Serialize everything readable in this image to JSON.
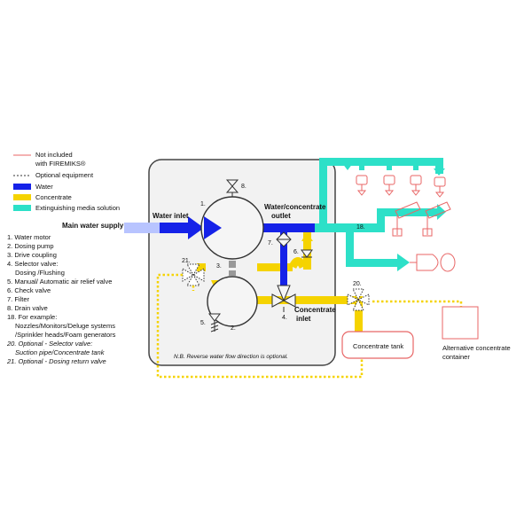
{
  "colors": {
    "water": "#1522e8",
    "concentrate": "#f5d300",
    "solution": "#2de0c8",
    "not_included": "#e86666",
    "light_blue": "#b8c4ff",
    "outline": "#333333"
  },
  "legend": {
    "not_included": "Not included",
    "with_firemiks": "with FIREMIKS®",
    "optional_equipment": "Optional equipment",
    "water": "Water",
    "concentrate": "Concentrate",
    "solution": "Extinguishing media solution"
  },
  "numbered_list": {
    "item_1": "1. Water motor",
    "item_2": "2. Dosing pump",
    "item_3": "3. Drive coupling",
    "item_4a": "4. Selector valve:",
    "item_4b": "Dosing /Flushing",
    "item_5": "5. Manual/ Automatic air relief valve",
    "item_6": "6. Check valve",
    "item_7": "7. Filter",
    "item_8": "8. Drain valve",
    "item_18a": "18. For example:",
    "item_18b": "Nozzles/Monitors/Deluge systems",
    "item_18c": "/Sprinkler heads/Foam generators",
    "item_20a": "20. Optional - Selector valve:",
    "item_20b": "Suction pipe/Concentrate tank",
    "item_21": "21. Optional - Dosing return valve"
  },
  "labels": {
    "main_water_supply": "Main water supply",
    "water_inlet": "Water inlet",
    "water_concentrate": "Water/concentrate",
    "outlet": "outlet",
    "concentrate_line1": "Concentrate",
    "concentrate_line2": "inlet",
    "concentrate_tank": "Concentrate tank",
    "alt_container_line1": "Alternative concentrate",
    "alt_container_line2": "container",
    "reverse_note": "N.B. Reverse water flow direction is optional.",
    "n1": "1.",
    "n2": "2.",
    "n3": "3.",
    "n4": "4.",
    "n5": "5.",
    "n6": "6.",
    "n7": "7.",
    "n8": "8.",
    "n18": "18.",
    "n20": "20.",
    "n21": "21."
  },
  "icons": {
    "sprinkler": "sprinkler-head-icon",
    "monitor": "monitor-nozzle-icon",
    "foam_generator": "foam-generator-icon",
    "valve": "valve-icon"
  }
}
